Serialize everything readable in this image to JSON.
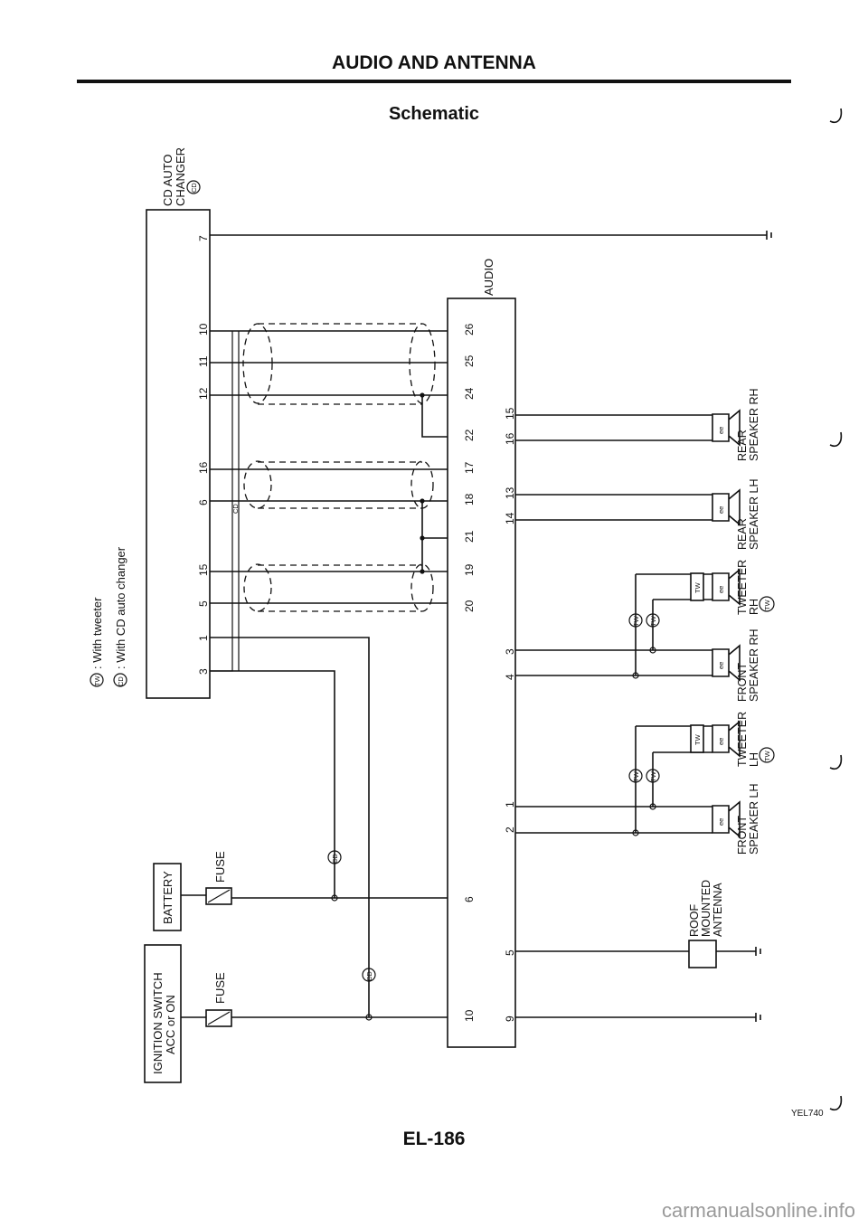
{
  "header": {
    "title": "AUDIO AND ANTENNA",
    "subtitle": "Schematic"
  },
  "footer": {
    "page_number": "EL-186",
    "figure_code": "YEL740",
    "watermark": "carmanualsonline.info"
  },
  "legend": {
    "tw": "TW",
    "tw_desc": ": With tweeter",
    "cd": "CD",
    "cd_desc": ": With CD auto changer"
  },
  "components": {
    "cd_changer": {
      "line1": "CD AUTO",
      "line2": "CHANGER",
      "badge": "CD"
    },
    "audio": "AUDIO",
    "rear_rh": {
      "line1": "REAR",
      "line2": "SPEAKER RH"
    },
    "rear_lh": {
      "line1": "REAR",
      "line2": "SPEAKER LH"
    },
    "tweeter_rh": {
      "line1": "TWEETER",
      "line2": "RH",
      "badge": "TW"
    },
    "front_rh": {
      "line1": "FRONT",
      "line2": "SPEAKER RH"
    },
    "tweeter_lh": {
      "line1": "TWEETER",
      "line2": "LH",
      "badge": "TW"
    },
    "front_lh": {
      "line1": "FRONT",
      "line2": "SPEAKER LH"
    },
    "antenna": {
      "line1": "ROOF",
      "line2": "MOUNTED",
      "line3": "ANTENNA"
    },
    "battery": "BATTERY",
    "ignition": {
      "line1": "IGNITION SWITCH",
      "line2": "ACC or ON"
    },
    "fuse": "FUSE",
    "shield": "CD",
    "speaker_glyph": "ee"
  },
  "pins": {
    "cd": [
      "7",
      "10",
      "11",
      "12",
      "16",
      "6",
      "15",
      "5",
      "1",
      "3"
    ],
    "audio_cd_side": [
      "26",
      "25",
      "24",
      "22",
      "17",
      "18",
      "21",
      "19",
      "20",
      "6",
      "10"
    ],
    "audio_spk_side": [
      "15",
      "16",
      "13",
      "14",
      "3",
      "4",
      "1",
      "2",
      "5",
      "9"
    ]
  }
}
